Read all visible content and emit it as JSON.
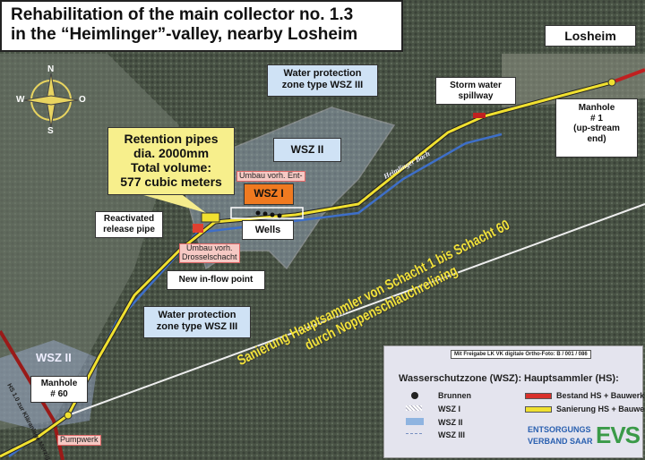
{
  "title": {
    "line1": "Rehabilitation of the main collector no. 1.3",
    "line2": "in the “Heimlinger”-valley, nearby Losheim"
  },
  "compass": {
    "n": "N",
    "s": "S",
    "w": "W",
    "o": "O"
  },
  "labels": {
    "losheim": "Losheim",
    "wsz3_top_l1": "Water protection",
    "wsz3_top_l2": "zone type WSZ III",
    "storm_l1": "Storm water",
    "storm_l2": "spillway",
    "mh1_l1": "Manhole",
    "mh1_l2": "# 1",
    "mh1_l3": "(up-stream",
    "mh1_l4": "end)",
    "wsz2_box": "WSZ II",
    "ret_l1": "Retention pipes",
    "ret_l2": "dia. 2000mm",
    "ret_l3": "Total volume:",
    "ret_l4": "577 cubic meters",
    "umbau_ent": "Umbau vorh. Ent-",
    "wsz1": "WSZ I",
    "wells": "Wells",
    "release_l1": "Reactivated",
    "release_l2": "release pipe",
    "drossel_l1": "Umbau vorh.",
    "drossel_l2": "Drosselschacht",
    "inflow": "New in-flow point",
    "wsz3_bot_l1": "Water protection",
    "wsz3_bot_l2": "zone type WSZ III",
    "wsz2_map": "WSZ II",
    "mh60_l1": "Manhole",
    "mh60_l2": "# 60",
    "pumpwerk": "Pumpwerk",
    "brook": "Heimlinger Bach",
    "hs": "HS 1.0 zur Kläranlage Merzig",
    "rot_l1": "Sanierung Hauptsammler von Schacht 1 bis Schacht 60",
    "rot_l2": "durch Noppenschlauchrelining"
  },
  "legend": {
    "credit": "Mit Freigabe LK VK digitale Ortho-Foto: B / 001 / 086",
    "wsz_title": "Wasserschutzzone (WSZ):",
    "wsz_items": [
      "Brunnen",
      "WSZ I",
      "WSZ II",
      "WSZ III"
    ],
    "hs_title": "Hauptsammler (HS):",
    "hs_items": [
      "Bestand HS + Bauwerke",
      "Sanierung HS + Bauwerke"
    ],
    "logo_l1": "ENTSORGUNGS",
    "logo_l2": "VERBAND SAAR",
    "logo_mark": "EVS"
  },
  "colors": {
    "existing": "#d8302a",
    "rehab": "#f0e030",
    "wsz2": "#8fb4e0",
    "orange": "#f07a20"
  }
}
